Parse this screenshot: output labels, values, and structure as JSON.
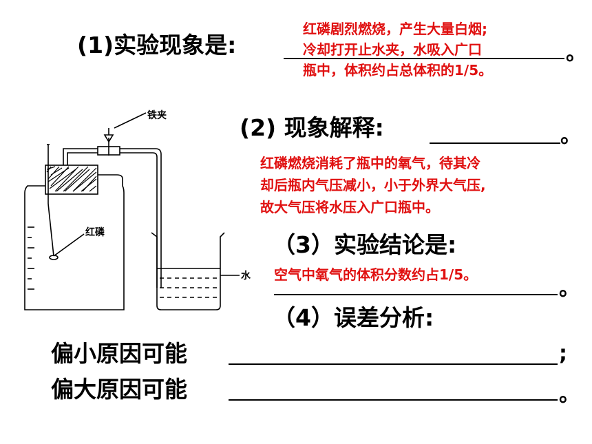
{
  "q1": {
    "label": "(1)实验现象是:",
    "answer_line1": "红磷剧烈燃烧，产生大量白烟;",
    "answer_line2": "冷却打开止水夹，水吸入广口",
    "answer_line3": "瓶中，体积约占总体积的1/5。",
    "end": "。"
  },
  "q2": {
    "label": "(2) 现象解释:",
    "end": "。",
    "answer_line1": "红磷燃烧消耗了瓶中的氧气，待其冷",
    "answer_line2": "却后瓶内气压减小，小于外界大气压,",
    "answer_line3": "故大气压将水压入广口瓶中。"
  },
  "q3": {
    "label": "（3）实验结论是:",
    "answer": "空气中氧气的体积分数约占1/5。",
    "end": "。"
  },
  "q4": {
    "label": "（4）误差分析:",
    "small_label": "偏小原因可能",
    "small_end": ";",
    "large_label": "偏大原因可能",
    "large_end": "。"
  },
  "diagram": {
    "clamp_label": "铁夹",
    "phosphorus_label": "红磷",
    "water_label": "水"
  }
}
